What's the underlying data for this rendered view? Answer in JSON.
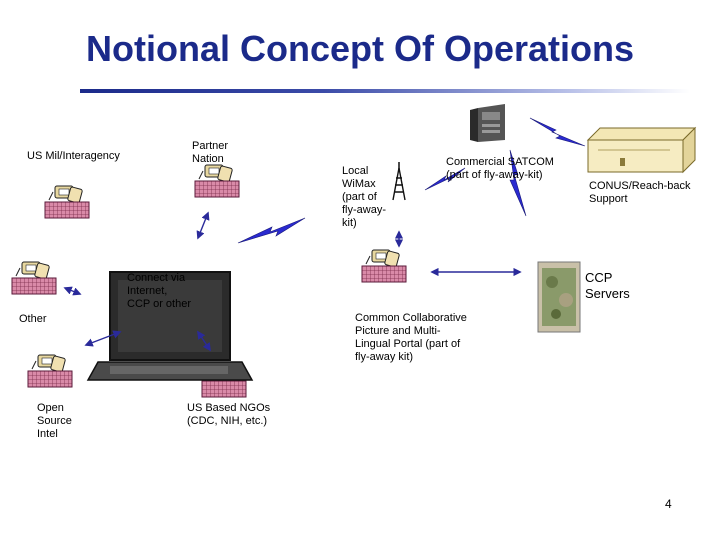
{
  "title": "Notional Concept Of Operations",
  "labels": {
    "us_mil": "US Mil/Interagency",
    "partner_nation": "Partner\nNation",
    "local_wimax": "Local\nWiMax\n(part of\nfly-away-\nkit)",
    "commercial_satcom": "Commercial SATCOM\n(part of fly-away-kit)",
    "conus": "CONUS/Reach-back\nSupport",
    "connect_via": "Connect via\nInternet,\nCCP or other",
    "other": "Other",
    "ccp_servers": "CCP\nServers",
    "common_portal": "Common Collaborative\nPicture and Multi-\nLingual Portal (part of\nfly-away kit)",
    "open_source": "Open\nSource\nIntel",
    "us_ngos": "US Based NGOs\n(CDC, NIH, etc.)"
  },
  "page_number": "4"
}
